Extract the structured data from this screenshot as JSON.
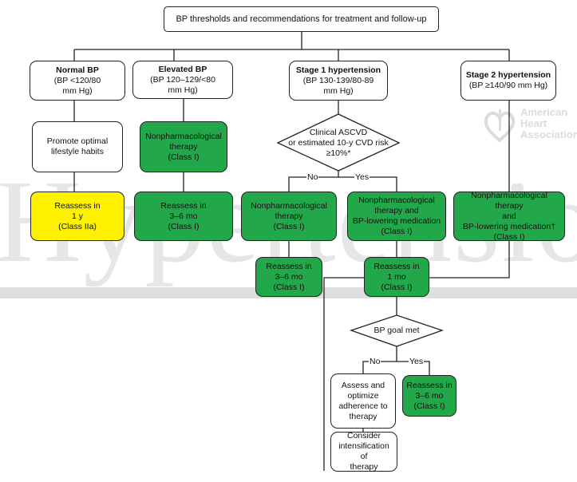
{
  "title": "BP thresholds and recommendations for treatment and follow-up",
  "watermark": "Hypertension",
  "logo": {
    "line1": "American",
    "line2": "Heart",
    "line3": "Association",
    "icon": "heart-torch-icon"
  },
  "colors": {
    "green": "#22a84a",
    "yellow": "#fff200",
    "border": "#222222"
  },
  "categories": {
    "normal": {
      "title": "Normal BP",
      "detail1": "(BP <120/80",
      "detail2": "mm Hg)"
    },
    "elevated": {
      "title": "Elevated BP",
      "detail1": "(BP 120–129/<80",
      "detail2": "mm Hg)"
    },
    "stage1": {
      "title": "Stage 1 hypertension",
      "detail1": "(BP 130-139/80-89",
      "detail2": "mm Hg)"
    },
    "stage2": {
      "title": "Stage 2 hypertension",
      "detail1": "(BP ≥140/90 mm Hg)"
    }
  },
  "normal": {
    "action": {
      "line1": "Promote optimal",
      "line2": "lifestyle habits"
    },
    "reassess": {
      "line1": "Reassess in",
      "line2": "1 y",
      "line3": "(Class IIa)"
    }
  },
  "elevated": {
    "action": {
      "line1": "Nonpharmacological",
      "line2": "therapy",
      "line3": "(Class I)"
    },
    "reassess": {
      "line1": "Reassess in",
      "line2": "3–6 mo",
      "line3": "(Class I)"
    }
  },
  "stage1": {
    "decision": {
      "line1": "Clinical ASCVD",
      "line2": "or estimated 10-y CVD risk",
      "line3": "≥10%*"
    },
    "no_label": "No",
    "yes_label": "Yes",
    "no_action": {
      "line1": "Nonpharmacological",
      "line2": "therapy",
      "line3": "(Class I)"
    },
    "yes_action": {
      "line1": "Nonpharmacological",
      "line2": "therapy and",
      "line3": "BP-lowering medication",
      "line4": "(Class I)"
    },
    "no_reassess": {
      "line1": "Reassess in",
      "line2": "3–6 mo",
      "line3": "(Class I)"
    },
    "yes_reassess": {
      "line1": "Reassess in",
      "line2": "1 mo",
      "line3": "(Class I)"
    }
  },
  "stage2": {
    "action": {
      "line1": "Nonpharmacological therapy",
      "line2": "and",
      "line3": "BP-lowering medication†",
      "line4": "(Class I)"
    }
  },
  "goal": {
    "decision": "BP goal met",
    "no_label": "No",
    "yes_label": "Yes",
    "no_action": {
      "line1": "Assess and",
      "line2": "optimize",
      "line3": "adherence to",
      "line4": "therapy"
    },
    "yes_action": {
      "line1": "Reassess in",
      "line2": "3–6 mo",
      "line3": "(Class I)"
    },
    "intensify": {
      "line1": "Consider",
      "line2": "intensification of",
      "line3": "therapy"
    }
  }
}
